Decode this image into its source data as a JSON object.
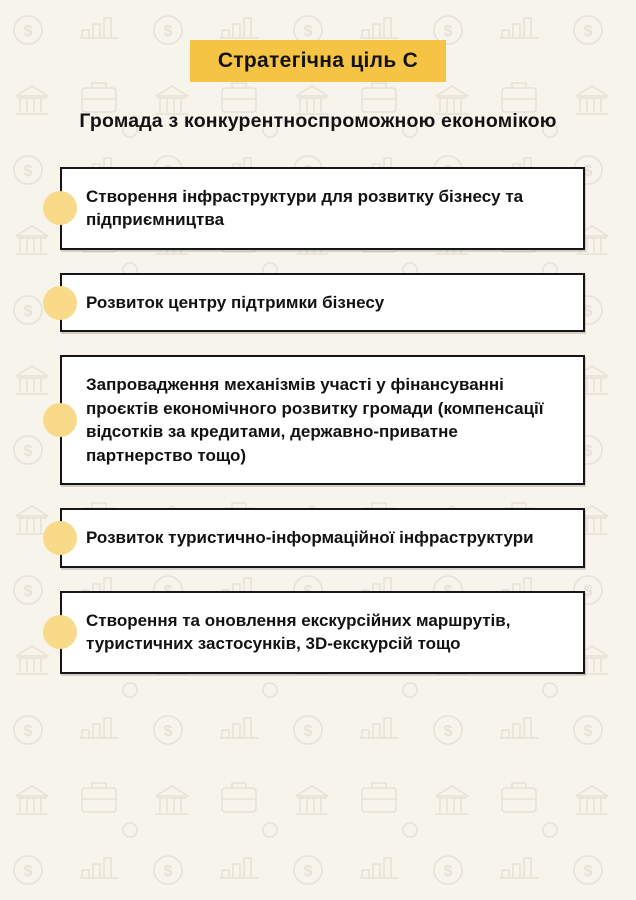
{
  "page": {
    "badge_label": "Стратегічна ціль C",
    "title": "Громада з конкурентноспроможною економікою"
  },
  "cards": [
    {
      "text": "Створення інфраструктури для розвитку бізнесу та підприємництва"
    },
    {
      "text": "Розвиток центру підтримки бізнесу"
    },
    {
      "text": "Запровадження механізмів участі у фінансуванні проєктів економічного розвитку громади (компенсації відсотків за кредитами, державно-приватне партнерство тощо)"
    },
    {
      "text": "Розвиток туристично-інформаційної інфраструктури"
    },
    {
      "text": "Створення та оновлення екскурсійних маршрутів, туристичних застосунків, 3D-екскурсій тощо"
    }
  ],
  "colors": {
    "page_bg": "#f7f4ec",
    "badge_bg": "#f6c445",
    "bullet_bg": "#f8da88",
    "card_bg": "#ffffff",
    "card_border": "#161616",
    "text": "#121212",
    "pattern_stroke": "#e6e2d7"
  }
}
